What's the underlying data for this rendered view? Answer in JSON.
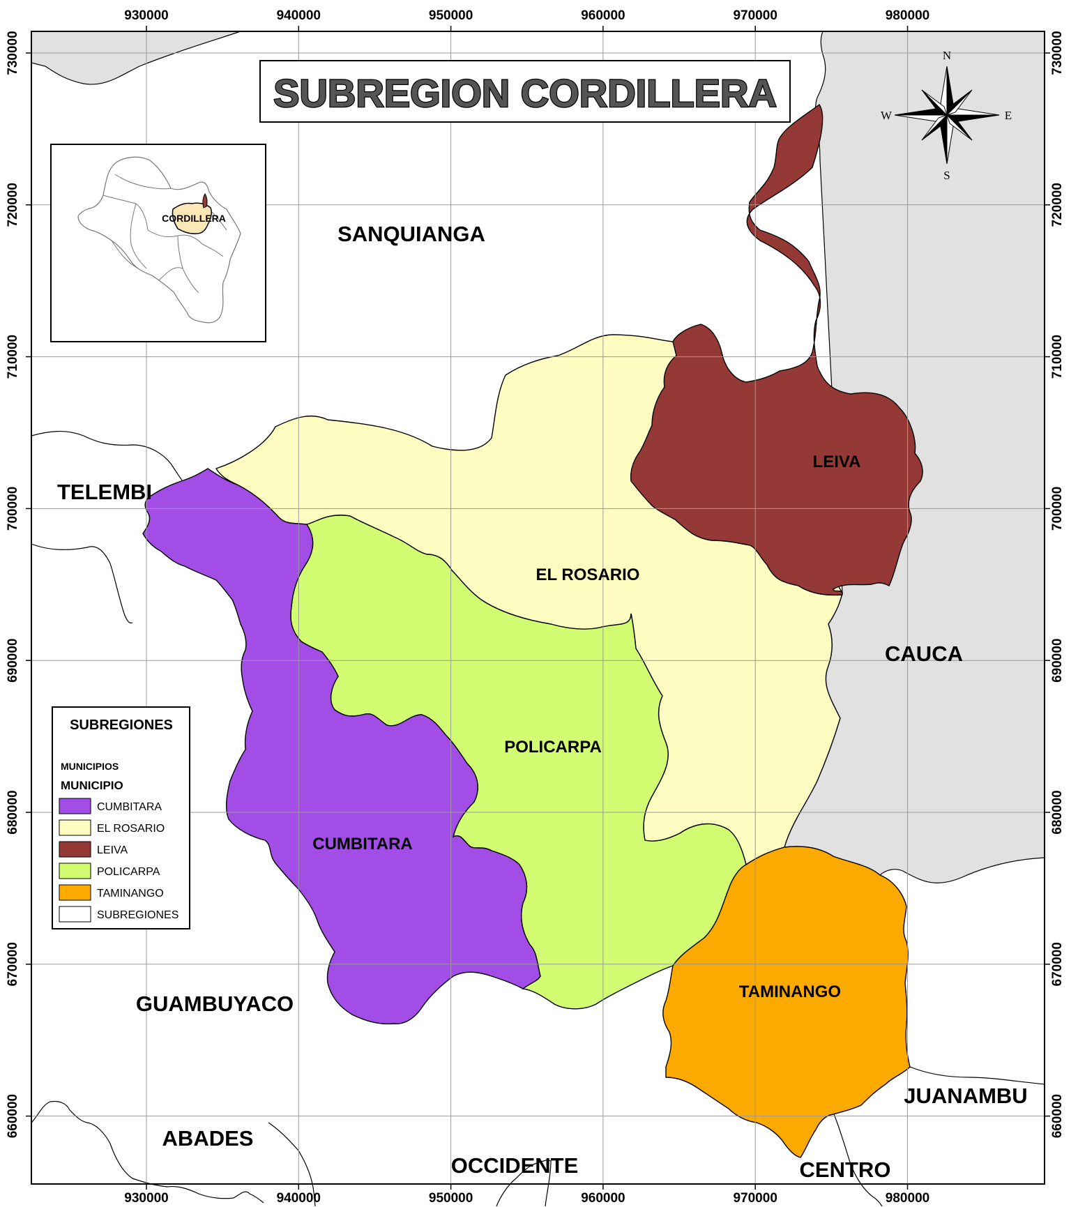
{
  "title": "SUBREGION CORDILLERA",
  "axes": {
    "x_ticks": [
      "930000",
      "940000",
      "950000",
      "960000",
      "970000",
      "980000"
    ],
    "y_ticks": [
      "730000",
      "720000",
      "710000",
      "700000",
      "690000",
      "680000",
      "670000",
      "660000"
    ]
  },
  "neighbor_regions": {
    "sanquianga": "SANQUIANGA",
    "telembi": "TELEMBI",
    "cauca": "CAUCA",
    "guambuyaco": "GUAMBUYACO",
    "abades": "ABADES",
    "occidente": "OCCIDENTE",
    "juanambu": "JUANAMBU",
    "centro": "CENTRO"
  },
  "municipalities": {
    "leiva": "LEIVA",
    "el_rosario": "EL ROSARIO",
    "policarpa": "POLICARPA",
    "cumbitara": "CUMBITARA",
    "taminango": "TAMINANGO"
  },
  "inset": {
    "label": "CORDILLERA"
  },
  "compass": {
    "n": "N",
    "s": "S",
    "e": "E",
    "w": "W"
  },
  "legend": {
    "heading": "SUBREGIONES",
    "subheading": "MUNICIPIOS",
    "field": "MUNICIPIO",
    "items": [
      {
        "label": "CUMBITARA",
        "color": "#a24ee6"
      },
      {
        "label": "EL ROSARIO",
        "color": "#fefcc0"
      },
      {
        "label": "LEIVA",
        "color": "#943935"
      },
      {
        "label": "POLICARPA",
        "color": "#d2fd72"
      },
      {
        "label": "TAMINANGO",
        "color": "#fdaa00"
      },
      {
        "label": "SUBREGIONES",
        "color": "#ffffff"
      }
    ]
  },
  "colors": {
    "cauca_fill": "#e1e1e1",
    "grid": "#9a9a9a",
    "inset_highlight": "#fde7b7"
  }
}
